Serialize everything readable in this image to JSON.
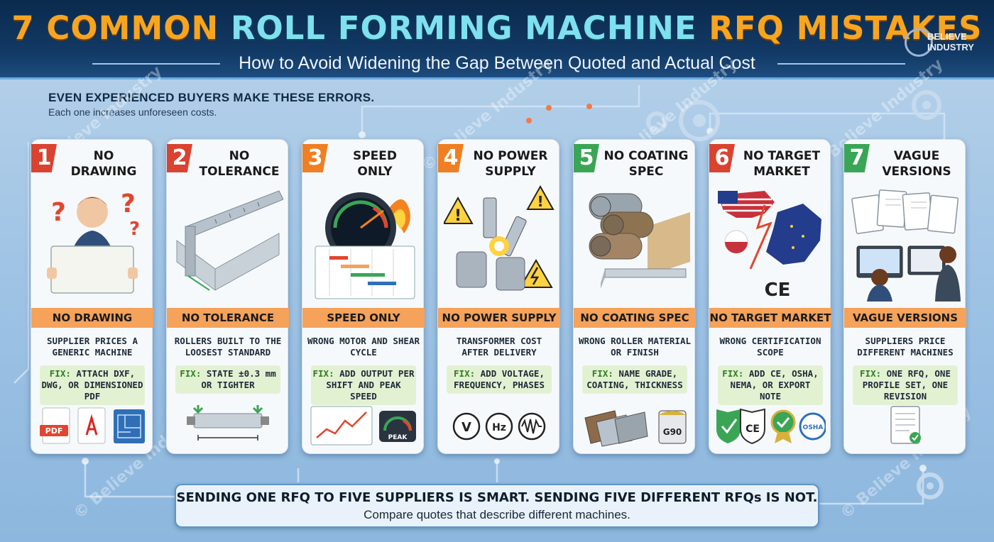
{
  "header": {
    "title_part1": "7 COMMON ",
    "title_part2": "ROLL FORMING MACHINE",
    "title_part3": " RFQ MISTAKES",
    "subtitle": "How to Avoid Widening the Gap Between Quoted and Actual Cost",
    "logo_line1": "BELIEVE",
    "logo_line2": "INDUSTRY"
  },
  "intro": {
    "heading": "EVEN EXPERIENCED BUYERS MAKE THESE ERRORS.",
    "subheading": "Each one increases unforeseen costs."
  },
  "watermark": "© Believe Industry",
  "cards": [
    {
      "number": "1",
      "title": "NO DRAWING",
      "banner": "NO DRAWING",
      "problem": "SUPPLIER PRICES A GENERIC MACHINE",
      "fix_label": "FIX:",
      "fix": "ATTACH DXF, DWG, OR DIMENSIONED PDF",
      "icons": [
        "pdf-file",
        "acrobat-file",
        "blueprint"
      ],
      "icon_labels": [
        "PDF"
      ]
    },
    {
      "number": "2",
      "title": "NO TOLERANCE",
      "banner": "NO TOLERANCE",
      "problem": "ROLLERS BUILT TO THE LOOSEST STANDARD",
      "fix_label": "FIX:",
      "fix": "STATE ±0.3 mm OR TIGHTER",
      "icons": [
        "tolerance-gauge"
      ],
      "icon_labels": []
    },
    {
      "number": "3",
      "title": "SPEED ONLY",
      "banner": "SPEED ONLY",
      "problem": "WRONG MOTOR AND SHEAR CYCLE",
      "fix_label": "FIX:",
      "fix": "ADD OUTPUT PER SHIFT AND PEAK SPEED",
      "icons": [
        "line-chart",
        "peak-gauge"
      ],
      "icon_labels": [
        "PEAK"
      ]
    },
    {
      "number": "4",
      "title": "NO POWER SUPPLY",
      "banner": "NO POWER SUPPLY",
      "problem": "TRANSFORMER COST AFTER DELIVERY",
      "fix_label": "FIX:",
      "fix": "ADD VOLTAGE, FREQUENCY, PHASES",
      "icons": [
        "voltage",
        "frequency",
        "phase"
      ],
      "icon_labels": [
        "V",
        "Hz"
      ]
    },
    {
      "number": "5",
      "title": "NO COATING SPEC",
      "banner": "NO COATING SPEC",
      "problem": "WRONG ROLLER MATERIAL OR FINISH",
      "fix_label": "FIX:",
      "fix": "NAME GRADE, COATING, THICKNESS",
      "icons": [
        "metal-samples",
        "paint-can"
      ],
      "icon_labels": [
        "G90"
      ]
    },
    {
      "number": "6",
      "title": "NO TARGET MARKET",
      "banner": "NO TARGET MARKET",
      "problem": "WRONG CERTIFICATION SCOPE",
      "fix_label": "FIX:",
      "fix": "ADD CE, OSHA, NEMA, OR EXPORT NOTE",
      "icons": [
        "shield-check",
        "ce-badge",
        "award",
        "osha-badge"
      ],
      "icon_labels": [
        "CE",
        "OSHA"
      ]
    },
    {
      "number": "7",
      "title": "VAGUE VERSIONS",
      "banner": "VAGUE VERSIONS",
      "problem": "SUPPLIERS PRICE DIFFERENT MACHINES",
      "fix_label": "FIX:",
      "fix": "ONE RFQ, ONE PROFILE SET, ONE REVISION",
      "icons": [
        "document-check"
      ],
      "icon_labels": []
    }
  ],
  "card_text": {
    "c1": {
      "title": "NO\nDRAWING"
    },
    "illus_labels": {
      "ce_mark": "CE"
    }
  },
  "footer": {
    "main": "SENDING ONE RFQ TO FIVE SUPPLIERS IS SMART. SENDING FIVE DIFFERENT RFQs IS NOT.",
    "sub": "Compare quotes that describe different machines."
  },
  "colors": {
    "header_bg": "#0b2a4d",
    "title_orange": "#f7a521",
    "title_cyan": "#7fe0ef",
    "num_red": "#d9432f",
    "num_orange": "#ef7f22",
    "num_green": "#3aa655",
    "banner_orange": "#f5a25a",
    "fix_green": "#2f7d1f"
  }
}
